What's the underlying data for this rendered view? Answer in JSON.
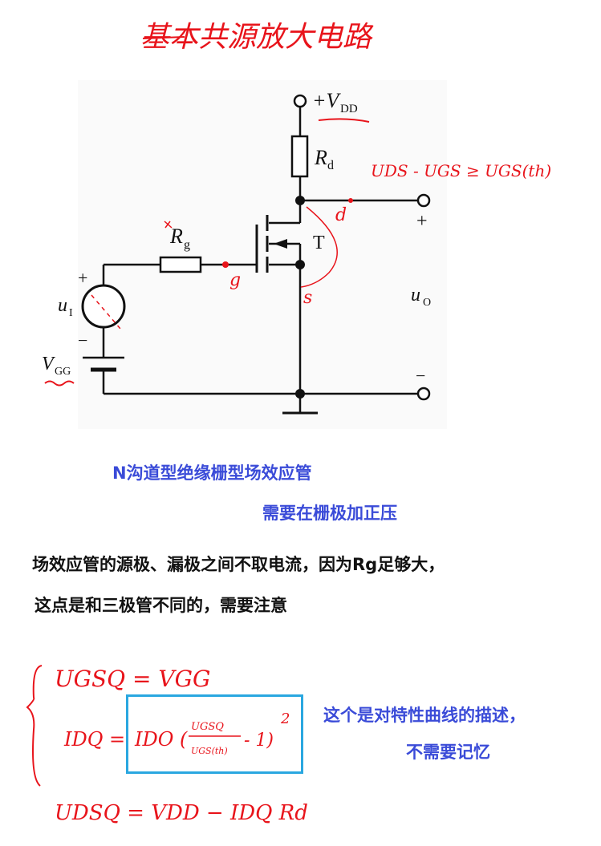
{
  "title": "基本共源放大电路",
  "circuit": {
    "vdd_label": "+V",
    "vdd_sub": "DD",
    "rd_label": "R",
    "rd_sub": "d",
    "rg_label": "R",
    "rg_sub": "g",
    "t_label": "T",
    "ui_label": "u",
    "ui_sub": "I",
    "uo_label": "u",
    "uo_sub": "O",
    "vgg_label": "V",
    "vgg_sub": "GG",
    "plus": "+",
    "minus": "−",
    "out_plus": "+",
    "out_minus": "−"
  },
  "annotations": {
    "condition": "UDS - UGS ≥ UGS(th)",
    "d": "d",
    "g": "g",
    "s": "s"
  },
  "notes": {
    "line1": "N沟道型绝缘栅型场效应管",
    "line2": "需要在栅极加正压",
    "line3": "场效应管的源极、漏极之间不取电流，因为Rg足够大，",
    "line4": "这点是和三极管不同的，需要注意"
  },
  "formulas": {
    "eq1": "UGSQ = VGG",
    "eq2_left": "IDQ =",
    "eq2_right": "IDO (",
    "eq2_num": "UGSQ",
    "eq2_den": "UGS(th)",
    "eq2_tail": "- 1)",
    "eq2_exp": "2",
    "eq3": "UDSQ = VDD − IDQ Rd"
  },
  "formula_note": {
    "line1": "这个是对特性曲线的描述，",
    "line2": "不需要记忆"
  },
  "colors": {
    "handwriting": "#e8141b",
    "blue_text": "#3a4bd8",
    "box_border": "#2aa7e0"
  }
}
